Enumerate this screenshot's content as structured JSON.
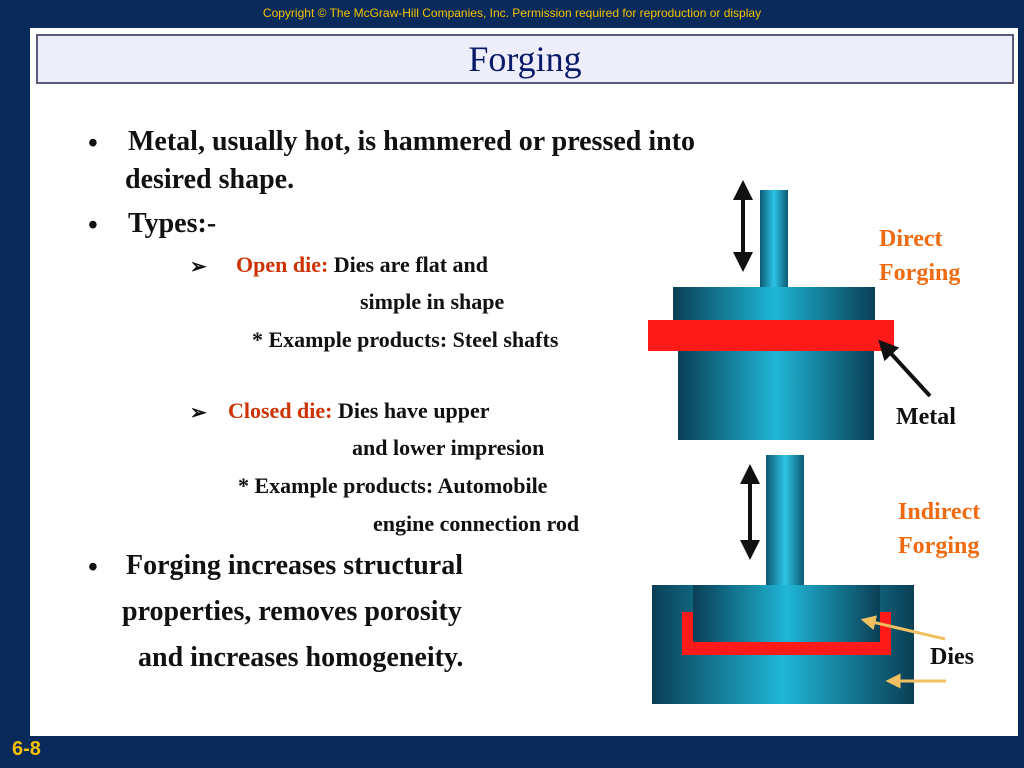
{
  "header": {
    "copyright": "Copyright © The McGraw-Hill Companies, Inc. Permission required for reproduction or display"
  },
  "slide": {
    "title": "Forging",
    "number": "6-8"
  },
  "bullets": {
    "b1_line1": " Metal, usually hot, is hammered or pressed into",
    "b1_line2": "desired shape.",
    "b2": " Types:-",
    "open_die_term": "Open die:",
    "open_die_line1": " Dies are flat and",
    "open_die_line2": "simple in shape",
    "open_die_example": "* Example products: Steel shafts",
    "closed_die_term": "Closed die:",
    "closed_die_line1": " Dies have upper",
    "closed_die_line2": "and lower impresion",
    "closed_die_example_line1": "* Example products: Automobile",
    "closed_die_example_line2": "engine connection rod",
    "b3_line1": "Forging  increases structural",
    "b3_line2": "properties,  removes porosity",
    "b3_line3": "and increases homogeneity."
  },
  "diagram": {
    "direct_label_1": "Direct",
    "direct_label_2": "Forging",
    "metal_label": "Metal",
    "indirect_label_1": "Indirect",
    "indirect_label_2": "Forging",
    "dies_label": "Dies",
    "colors": {
      "die_blue": "#1aa8c8",
      "die_dark": "#0a3f55",
      "metal_red": "#ff1a1a",
      "arrow_gold": "#f0c060",
      "label_orange": "#f06a10"
    }
  }
}
